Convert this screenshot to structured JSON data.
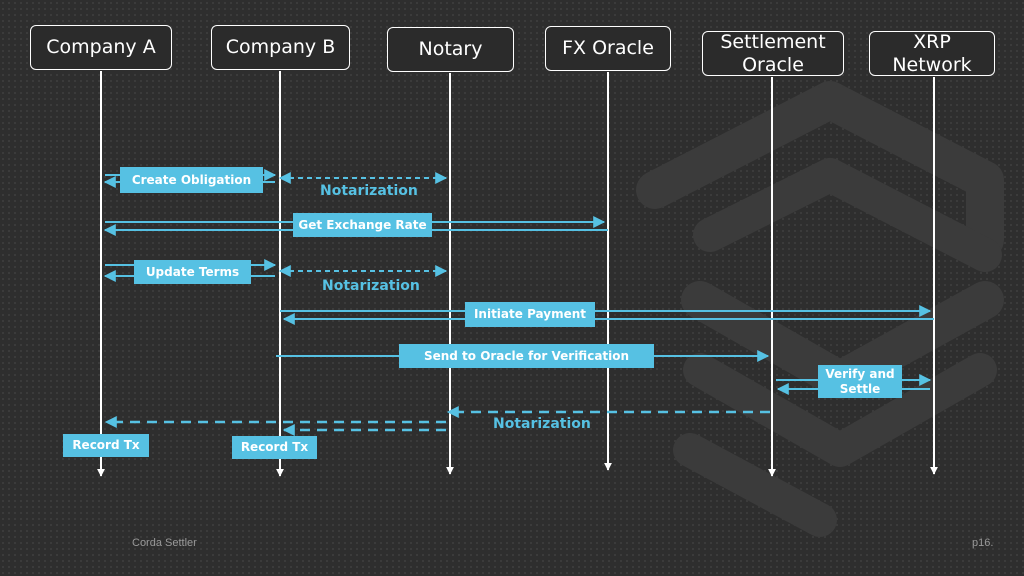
{
  "participants": [
    {
      "id": "company-a",
      "label": "Company A"
    },
    {
      "id": "company-b",
      "label": "Company B"
    },
    {
      "id": "notary",
      "label": "Notary"
    },
    {
      "id": "fx-oracle",
      "label": "FX Oracle"
    },
    {
      "id": "settlement-oracle",
      "label": "Settlement\nOracle"
    },
    {
      "id": "xrp-network",
      "label": "XRP\nNetwork"
    }
  ],
  "messages": {
    "create_obligation": "Create Obligation",
    "notarization_1": "Notarization",
    "get_exchange_rate": "Get Exchange Rate",
    "update_terms": "Update Terms",
    "notarization_2": "Notarization",
    "initiate_payment": "Initiate Payment",
    "send_to_oracle": "Send to Oracle for Verification",
    "verify_and_settle": "Verify and\nSettle",
    "notarization_3": "Notarization",
    "record_tx_a": "Record Tx",
    "record_tx_b": "Record Tx"
  },
  "footer": {
    "left": "Corda Settler",
    "right": "p16."
  },
  "colors": {
    "background": "#2e2e2e",
    "accent": "#56c1e3",
    "lifeline": "#ffffff",
    "logo": "#3d3d3d"
  },
  "watermark_icon": "settler-logo-icon"
}
